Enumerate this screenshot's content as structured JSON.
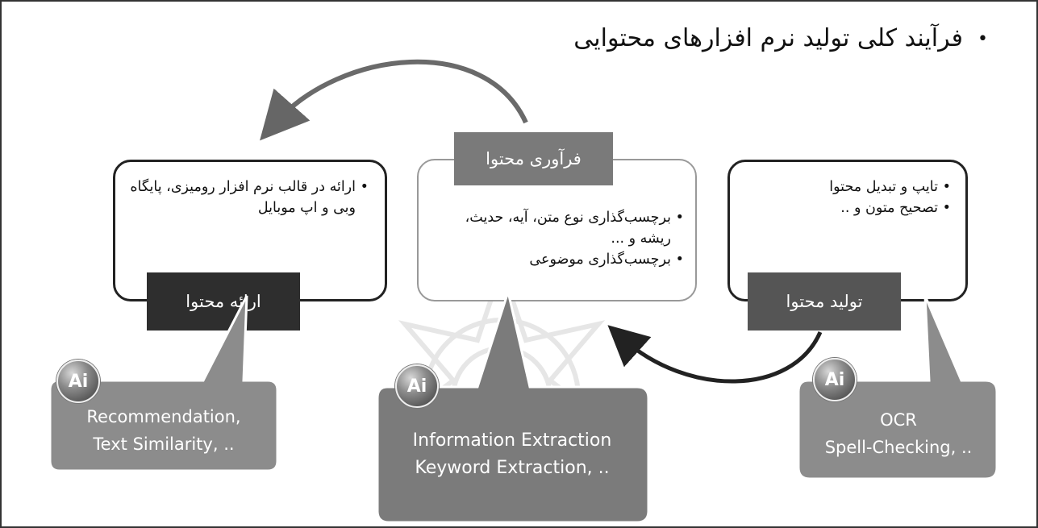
{
  "title": "فرآیند کلی تولید نرم افزارهای محتوایی",
  "stages": {
    "presentation": {
      "label": "ارائه محتوا",
      "points": [
        "ارائه در قالب نرم افزار رومیزی، پایگاه وبی و اپ موبایل"
      ],
      "ai_badge": "Ai",
      "ai_lines": [
        "Recommendation,",
        "Text Similarity, .."
      ]
    },
    "processing": {
      "label": "فرآوری محتوا",
      "points": [
        "برچسب‌گذاری نوع متن، آیه، حدیث، ریشه و ...",
        "برچسب‌گذاری موضوعی"
      ],
      "ai_badge": "Ai",
      "ai_lines": [
        "Information Extraction",
        "Keyword  Extraction, .."
      ]
    },
    "production": {
      "label": "تولید محتوا",
      "points": [
        "تایپ و تبدیل محتوا",
        "تصحیح متون و .."
      ],
      "ai_badge": "Ai",
      "ai_lines": [
        "OCR",
        "Spell-Checking, .."
      ]
    }
  },
  "colors": {
    "arrow": "#666666",
    "arrow_dark": "#222222",
    "callout_fill": "#8c8c8c",
    "callout_mid_fill": "#7b7b7b",
    "label_dark": "#2e2e2e",
    "label_mid": "#7a7a7a",
    "label_right": "#555555"
  },
  "icons": [
    "ai-badge-icon",
    "curved-arrow-icon",
    "bullet-icon"
  ]
}
